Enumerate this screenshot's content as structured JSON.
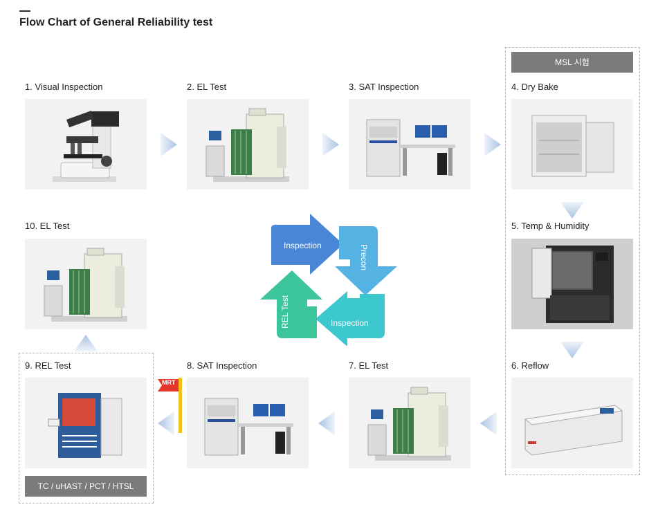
{
  "title": "Flow Chart of General Reliability test",
  "msl_tag": "MSL 시험",
  "rel_tag": "TC / uHAST / PCT / HTSL",
  "mrt_flag": "MRT",
  "steps": [
    {
      "label": "1. Visual Inspection"
    },
    {
      "label": "2. EL Test"
    },
    {
      "label": "3. SAT Inspection"
    },
    {
      "label": "4. Dry Bake"
    },
    {
      "label": "5. Temp & Humidity"
    },
    {
      "label": "6. Reflow"
    },
    {
      "label": "7. EL Test"
    },
    {
      "label": "8. SAT Inspection"
    },
    {
      "label": "9. REL Test"
    },
    {
      "label": "10. EL Test"
    }
  ],
  "cycle": {
    "top": "Inspection",
    "right": "Precon",
    "bottom": "Inspection",
    "left": "REL Test"
  },
  "colors": {
    "cycle_top": "#4a86d6",
    "cycle_right": "#55b3e4",
    "cycle_bottom": "#3dc7cf",
    "cycle_left": "#3cc49b",
    "flow_arrow": "#b9cde6",
    "tag_gray": "#7b7b7b",
    "flag_red": "#e8352b",
    "flag_pole": "#f2c21b"
  }
}
